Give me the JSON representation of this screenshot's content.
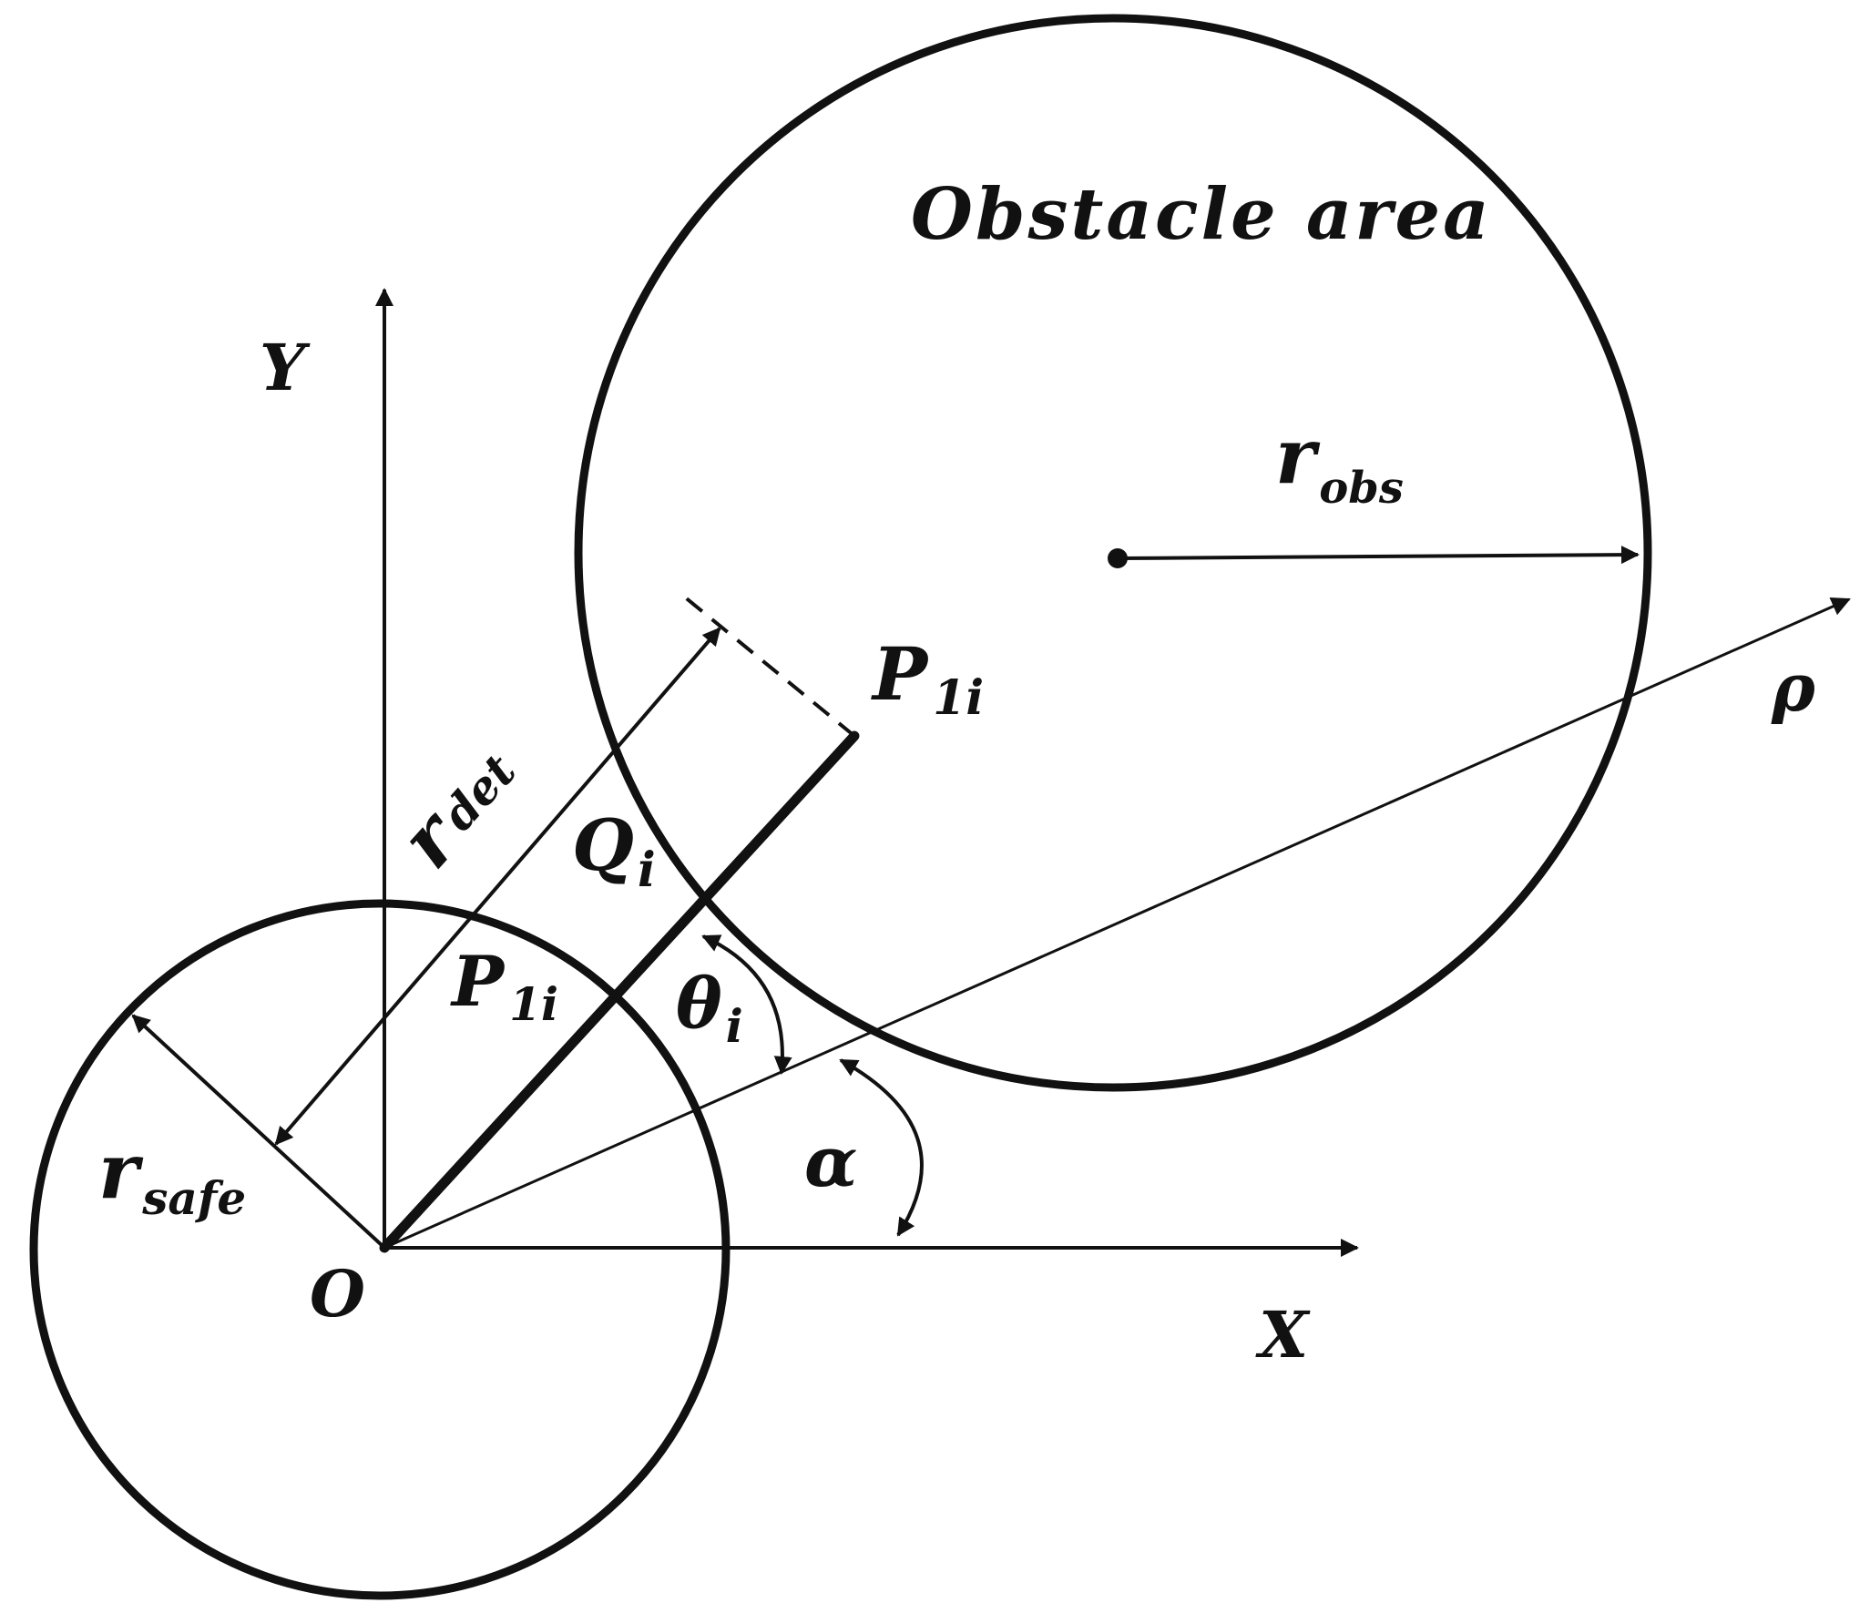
{
  "labels": {
    "obstacle_area": "Obstacle area",
    "y_axis": "Y",
    "x_axis": "X",
    "origin": "O",
    "rho": "ρ",
    "alpha": "α",
    "r_obs_main": "r",
    "r_obs_sub": "obs",
    "r_det_main": "r",
    "r_det_sub": "det",
    "r_safe_main": "r",
    "r_safe_sub": "safe",
    "p1i_top_main": "P",
    "p1i_top_sub": "1i",
    "p1i_inner_main": "P",
    "p1i_inner_sub": "1i",
    "qi_main": "Q",
    "qi_sub": "i",
    "theta_main": "θ",
    "theta_sub": "i"
  }
}
